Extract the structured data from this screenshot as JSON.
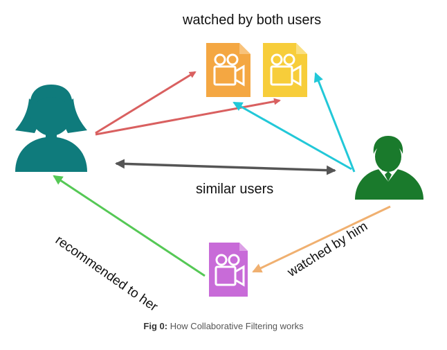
{
  "labels": {
    "watched_by_both": "watched by both users",
    "similar_users": "similar users",
    "recommended_to_her": "recommended to her",
    "watched_by_him": "watched by him"
  },
  "caption": {
    "prefix": "Fig 0:",
    "text": "How Collaborative Filtering works"
  },
  "icons": {
    "woman": "woman-user-icon",
    "man": "man-user-icon",
    "movie_1": "movie-file-icon",
    "movie_2": "movie-file-icon",
    "movie_3": "movie-file-icon"
  },
  "colors": {
    "woman": "#0f7b7c",
    "man": "#1a7a2c",
    "movie_1": "#f4a742",
    "movie_2": "#f7cd3a",
    "movie_3": "#c86bd8",
    "arrow_red": "#d96060",
    "arrow_cyan": "#22c8d8",
    "arrow_gray": "#555555",
    "arrow_green": "#55c855",
    "arrow_orange": "#f0b070"
  }
}
